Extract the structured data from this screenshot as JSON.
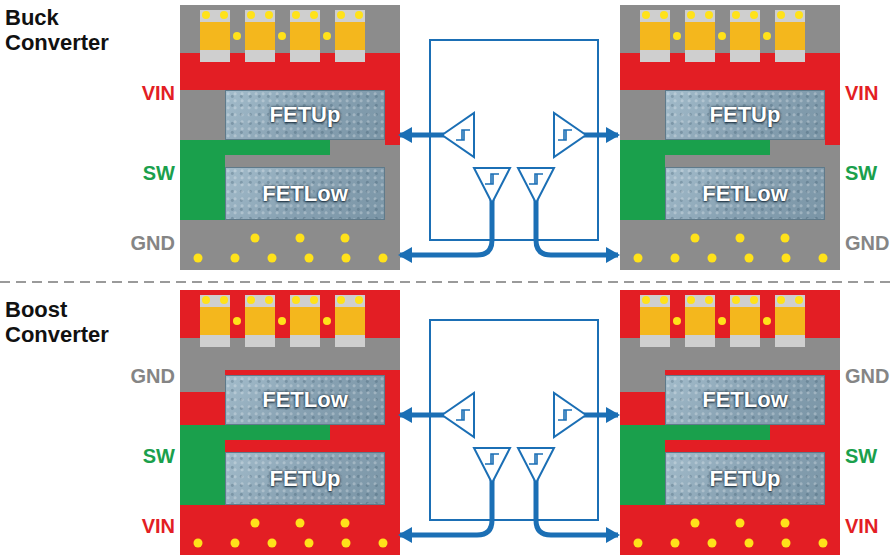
{
  "diagram": {
    "nodes": [
      {
        "text": [
          "FETUp"
        ]
      },
      {
        "text": [
          "FETLow"
        ]
      },
      {
        "text": [
          "FETUp"
        ]
      },
      {
        "text": [
          "FETLow"
        ]
      },
      {
        "text": [
          "FETLow"
        ]
      },
      {
        "text": [
          "FETUp"
        ]
      },
      {
        "text": [
          "FETLow"
        ]
      },
      {
        "text": [
          "FETUp"
        ]
      }
    ],
    "labels": [
      "Buck Converter",
      "VIN",
      "SW",
      "GND",
      "VIN",
      "SW",
      "GND",
      "Boost Converter",
      "GND",
      "SW",
      "VIN",
      "GND",
      "SW",
      "VIN"
    ]
  }
}
